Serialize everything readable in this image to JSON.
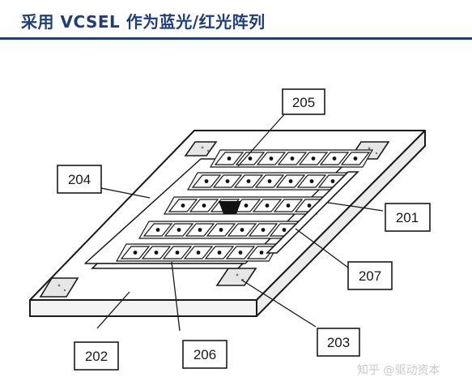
{
  "header": {
    "title": "采用 VCSEL 作为蓝光/红光阵列"
  },
  "diagram": {
    "labels": {
      "l201": "201",
      "l202": "202",
      "l203": "203",
      "l204": "204",
      "l205": "205",
      "l206": "206",
      "l207": "207"
    }
  },
  "watermark": {
    "text": "知乎 @驱动资本"
  },
  "colors": {
    "title": "#1f3f7a",
    "ink": "#1a1a1a"
  }
}
